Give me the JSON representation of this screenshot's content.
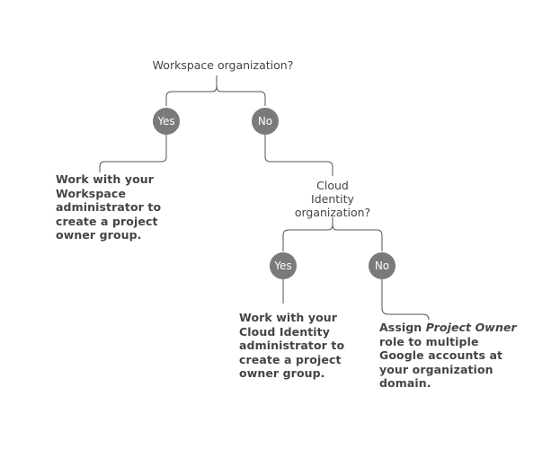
{
  "questions": {
    "workspace": "Workspace organization?",
    "cloud_identity": [
      "Cloud",
      "Identity",
      "organization?"
    ]
  },
  "choices": {
    "yes": "Yes",
    "no": "No"
  },
  "outcomes": {
    "workspace_yes": [
      "Work with your",
      "Workspace",
      "administrator to",
      "create a project",
      "owner group."
    ],
    "cloud_yes": [
      "Work with your",
      "Cloud Identity",
      "administrator to",
      "create a project",
      "owner group."
    ],
    "cloud_no": {
      "prefix": "Assign",
      "role": "Project Owner",
      "lines": [
        "role to multiple",
        "Google accounts at",
        "your organization",
        "domain."
      ]
    }
  },
  "colors": {
    "line": "#555555",
    "node": "#7a7a7a",
    "text": "#444444"
  }
}
